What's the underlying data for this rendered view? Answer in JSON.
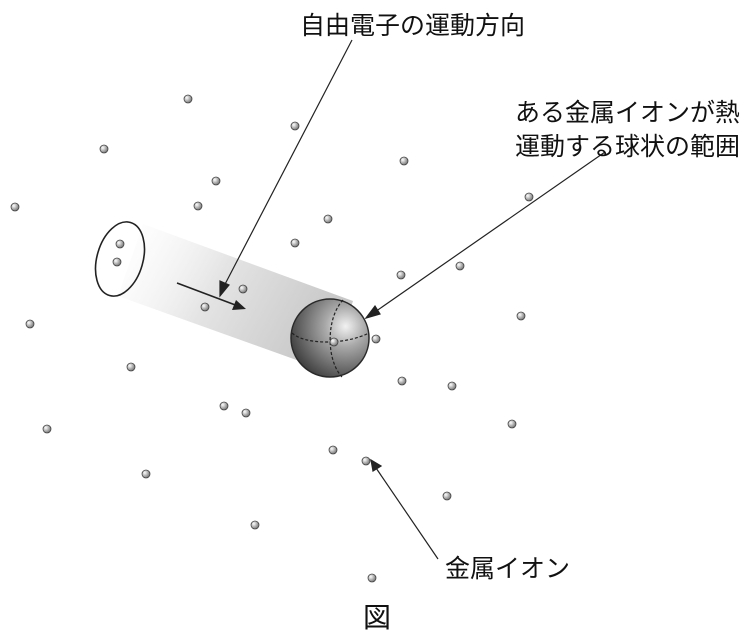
{
  "labels": {
    "electron_motion": "自由電子の運動方向",
    "sphere_line1": "ある金属イオンが熱",
    "sphere_line2": "運動する球状の範囲",
    "metal_ion": "金属イオン",
    "caption": "図"
  },
  "colors": {
    "ink": "#222222",
    "ion_fill": "#9a9a9a",
    "sphere_dark": "#555555",
    "cylinder_light": "#e2e2e2"
  }
}
